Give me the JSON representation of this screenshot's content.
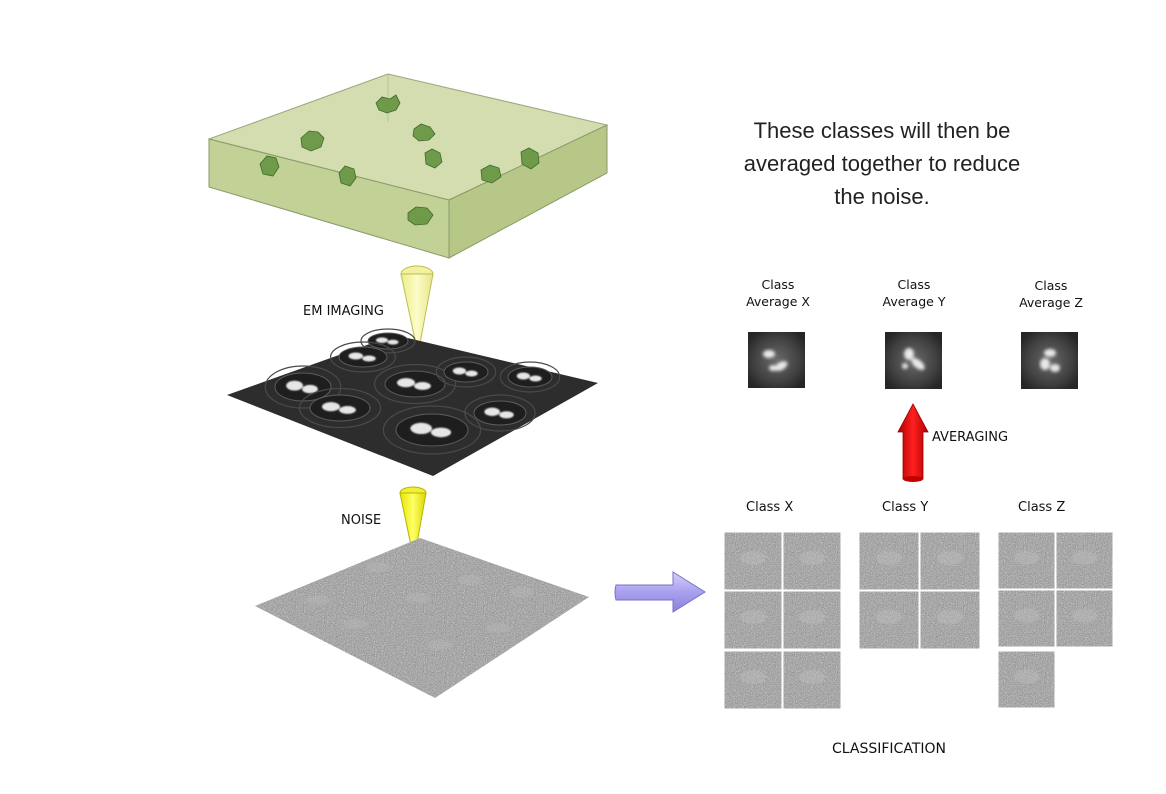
{
  "caption": {
    "line1": "These classes will then be",
    "line2": "averaged together to reduce",
    "line3": "the noise."
  },
  "labels": {
    "em_imaging": "EM IMAGING",
    "noise": "NOISE",
    "averaging": "AVERAGING",
    "classification": "CLASSIFICATION"
  },
  "class_averages": [
    {
      "line1": "Class",
      "line2": "Average X"
    },
    {
      "line1": "Class",
      "line2": "Average Y"
    },
    {
      "line1": "Class",
      "line2": "Average Z"
    }
  ],
  "classes": [
    {
      "label": "Class X",
      "image_count": 6
    },
    {
      "label": "Class Y",
      "image_count": 4
    },
    {
      "label": "Class Z",
      "image_count": 5
    }
  ],
  "colors": {
    "box_fill": "#c9d7a0",
    "box_edge": "#8a9a6a",
    "protein": "#6f9a4a",
    "em_plane": "#2b2b2b",
    "noise_plane": "#8c8c8c",
    "yellow_arrow": "#f5f24a",
    "pale_yellow_arrow": "#f7f7a6",
    "red_arrow": "#e01010",
    "purple_arrow": "#b5aef0"
  }
}
